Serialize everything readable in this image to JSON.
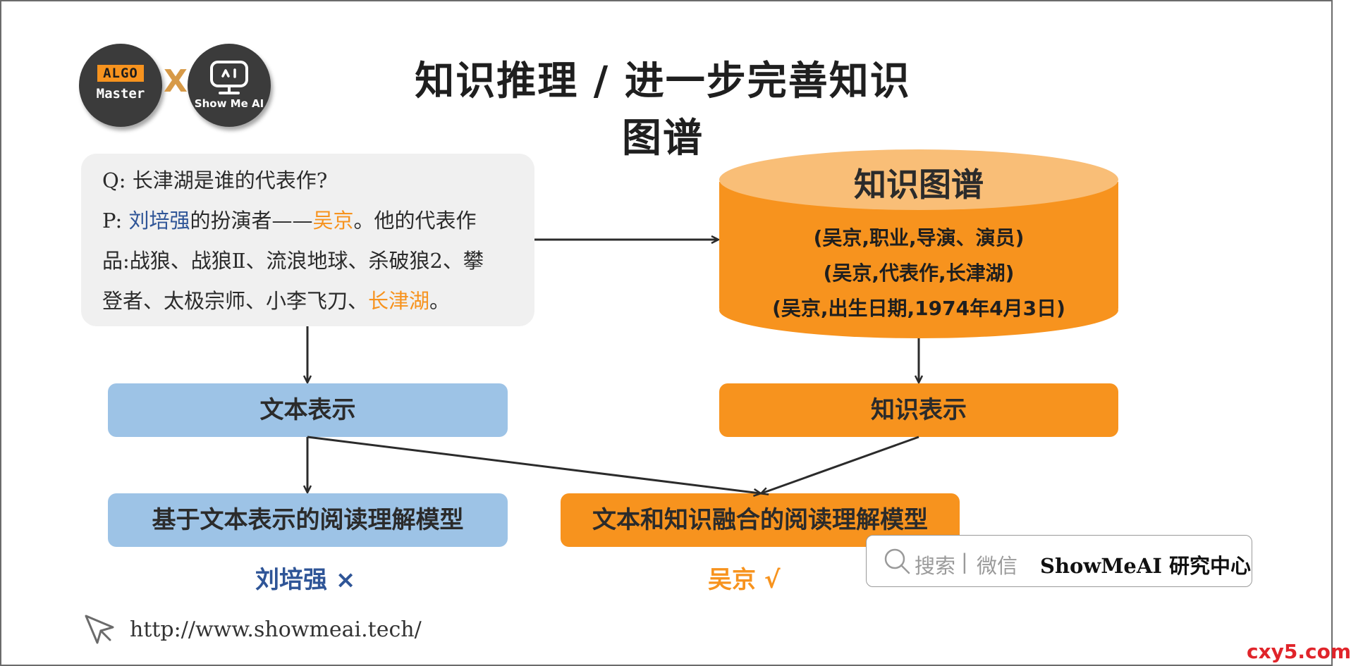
{
  "title": "知识推理 / 进一步完善知识图谱",
  "logos": {
    "algo_badge": "ALGO",
    "algo_sub": "Master",
    "separator": "X",
    "showme_text": "Show Me AI"
  },
  "passage": {
    "q_line": "Q: 长津湖是谁的代表作?",
    "p_prefix": "P: ",
    "p_name1": "刘培强",
    "p_mid": "的扮演者——",
    "p_name2": "吴京",
    "p_suffix": "。他的代表作",
    "line3": "品:战狼、战狼Ⅱ、流浪地球、杀破狼2、攀",
    "line4_prefix": "登者、太极宗师、小李飞刀、",
    "line4_highlight": "长津湖",
    "line4_suffix": "。"
  },
  "knowledge_graph": {
    "title": "知识图谱",
    "triples": [
      "(吴京,职业,导演、演员)",
      "(吴京,代表作,长津湖)",
      "(吴京,出生日期,1974年4月3日)"
    ]
  },
  "nodes": {
    "text_repr": "文本表示",
    "kg_repr": "知识表示",
    "text_model": "基于文本表示的阅读理解模型",
    "fusion_model": "文本和知识融合的阅读理解模型"
  },
  "answers": {
    "text_answer": "刘培强 ×",
    "fusion_answer": "吴京 √"
  },
  "watermark": {
    "search_label": "搜索",
    "divider": "|",
    "wechat_label": "微信",
    "brand": "ShowMeAI 研究中心"
  },
  "footer": {
    "url": "http://www.showmeai.tech/",
    "corner": "cxy5.com"
  },
  "colors": {
    "orange": "#f7931e",
    "light_orange": "#f9be77",
    "blue_box": "#9dc3e6",
    "blue_text": "#2f5597",
    "panel_gray": "#f0f0f0"
  }
}
